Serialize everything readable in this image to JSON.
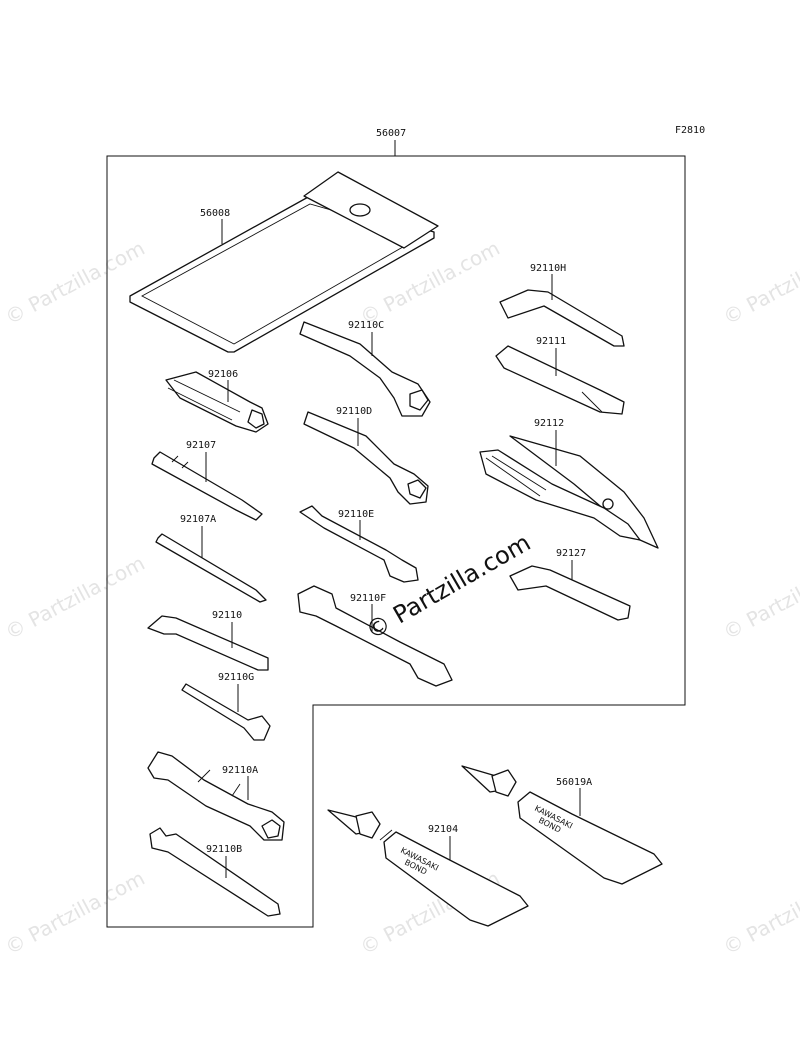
{
  "figure_code": "F2810",
  "assembly_ref": "56007",
  "watermark_text": "© Partzilla.com",
  "tube_text": {
    "brand": "KAWASAKI",
    "product": "BOND"
  },
  "parts": [
    {
      "ref": "56008"
    },
    {
      "ref": "92106"
    },
    {
      "ref": "92107"
    },
    {
      "ref": "92107A"
    },
    {
      "ref": "92110"
    },
    {
      "ref": "92110G"
    },
    {
      "ref": "92110A"
    },
    {
      "ref": "92110B"
    },
    {
      "ref": "92110C"
    },
    {
      "ref": "92110D"
    },
    {
      "ref": "92110E"
    },
    {
      "ref": "92110F"
    },
    {
      "ref": "92110H"
    },
    {
      "ref": "92111"
    },
    {
      "ref": "92112"
    },
    {
      "ref": "92127"
    },
    {
      "ref": "92104"
    },
    {
      "ref": "56019A"
    }
  ]
}
